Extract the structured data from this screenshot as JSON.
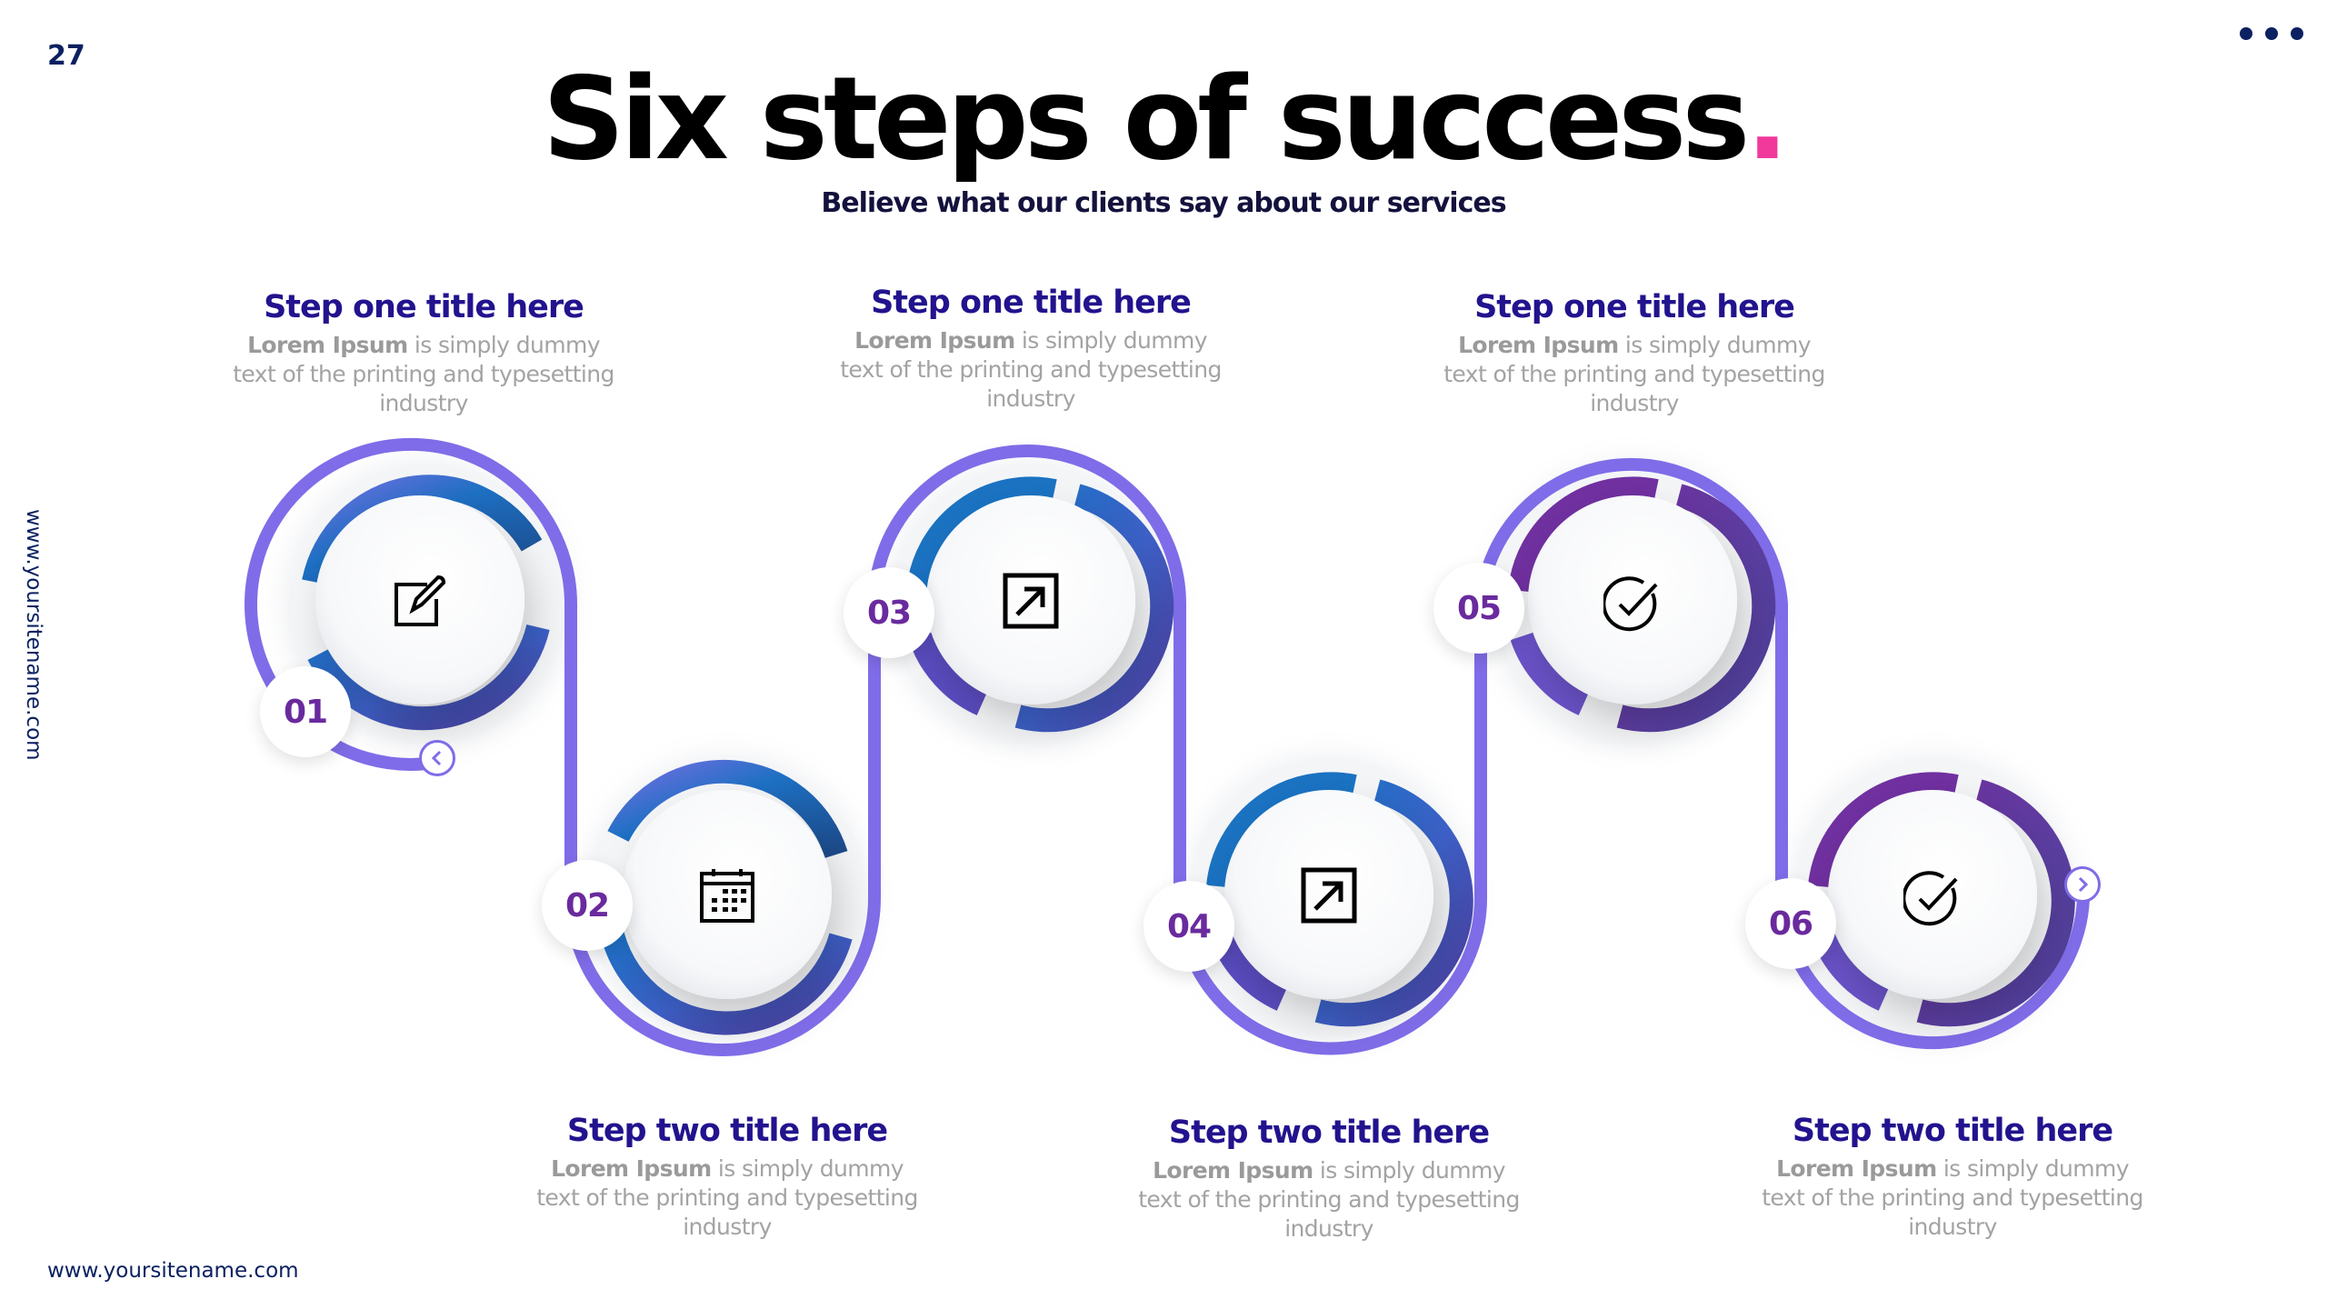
{
  "page_number": "27",
  "menu_icon": "more-horizontal-icon",
  "header": {
    "title": "Six steps of success",
    "title_dot": ".",
    "subtitle": "Believe what our clients say about our services"
  },
  "side_url": "www.yoursitename.com",
  "footer_url": "www.yoursitename.com",
  "colors": {
    "connector": "#7f6ce8",
    "ring_blue": "#0f72c2",
    "ring_purple": "#7030a0",
    "ring_dark": "#4c3f96",
    "number": "#6a2a9e",
    "step_title": "#22138e",
    "body_text": "#a3a3a3",
    "accent_dot": "#f0399b",
    "navy": "#0b2161"
  },
  "nav": {
    "prev_icon": "chevron-left-icon",
    "next_icon": "chevron-right-icon"
  },
  "steps": [
    {
      "number": "01",
      "icon": "edit-icon",
      "title": "Step one title here",
      "bold": "Lorem Ipsum",
      "text": " is simply dummy text of the printing and typesetting industry"
    },
    {
      "number": "02",
      "icon": "calendar-icon",
      "title": "Step two title here",
      "bold": "Lorem Ipsum",
      "text": " is simply dummy text of the printing and typesetting industry"
    },
    {
      "number": "03",
      "icon": "external-link-icon",
      "title": "Step one title here",
      "bold": "Lorem Ipsum",
      "text": " is simply dummy text of the printing and typesetting industry"
    },
    {
      "number": "04",
      "icon": "external-link-icon",
      "title": "Step two title here",
      "bold": "Lorem Ipsum",
      "text": " is simply dummy text of the printing and typesetting industry"
    },
    {
      "number": "05",
      "icon": "check-circle-icon",
      "title": "Step one title here",
      "bold": "Lorem Ipsum",
      "text": " is simply dummy text of the printing and typesetting industry"
    },
    {
      "number": "06",
      "icon": "check-circle-icon",
      "title": "Step two title here",
      "bold": "Lorem Ipsum",
      "text": " is simply dummy text of the printing and typesetting industry"
    }
  ]
}
